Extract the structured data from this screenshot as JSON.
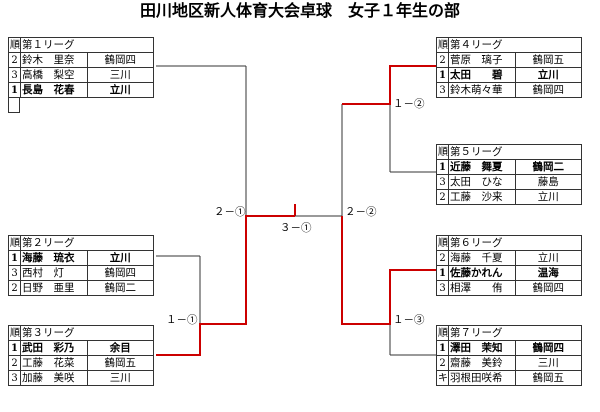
{
  "title": "田川地区新人体育大会卓球　女子１年生の部",
  "leagues": [
    {
      "header_rank": "順",
      "header_name": "第１リーグ",
      "rows": [
        {
          "rank": "2",
          "name": "鈴木　里奈",
          "school": "鶴岡四",
          "bold": false
        },
        {
          "rank": "3",
          "name": "高橋　梨空",
          "school": "三川",
          "bold": false
        },
        {
          "rank": "1",
          "name": "長島　花春",
          "school": "立川",
          "bold": true
        }
      ]
    },
    {
      "header_rank": "順",
      "header_name": "第２リーグ",
      "rows": [
        {
          "rank": "1",
          "name": "海藤　琉衣",
          "school": "立川",
          "bold": true
        },
        {
          "rank": "3",
          "name": "西村　灯",
          "school": "鶴岡四",
          "bold": false
        },
        {
          "rank": "2",
          "name": "日野　亜里",
          "school": "鶴岡二",
          "bold": false
        }
      ]
    },
    {
      "header_rank": "順",
      "header_name": "第３リーグ",
      "rows": [
        {
          "rank": "1",
          "name": "武田　彩乃",
          "school": "余目",
          "bold": true
        },
        {
          "rank": "2",
          "name": "工藤　花菜",
          "school": "鶴岡五",
          "bold": false
        },
        {
          "rank": "3",
          "name": "加藤　美咲",
          "school": "三川",
          "bold": false
        }
      ]
    },
    {
      "header_rank": "順",
      "header_name": "第４リーグ",
      "rows": [
        {
          "rank": "2",
          "name": "菅原　璃子",
          "school": "鶴岡五",
          "bold": false
        },
        {
          "rank": "1",
          "name": "太田　　碧",
          "school": "立川",
          "bold": true
        },
        {
          "rank": "3",
          "name": "鈴木萌々華",
          "school": "鶴岡四",
          "bold": false
        }
      ]
    },
    {
      "header_rank": "順",
      "header_name": "第５リーグ",
      "rows": [
        {
          "rank": "1",
          "name": "近藤　舞夏",
          "school": "鶴岡二",
          "bold": true
        },
        {
          "rank": "3",
          "name": "太田　ひな",
          "school": "藤島",
          "bold": false
        },
        {
          "rank": "2",
          "name": "工藤　沙来",
          "school": "立川",
          "bold": false
        }
      ]
    },
    {
      "header_rank": "順",
      "header_name": "第６リーグ",
      "rows": [
        {
          "rank": "2",
          "name": "海藤　千夏",
          "school": "立川",
          "bold": false
        },
        {
          "rank": "1",
          "name": "佐藤かれん",
          "school": "温海",
          "bold": true
        },
        {
          "rank": "3",
          "name": "相澤　　侑",
          "school": "鶴岡四",
          "bold": false
        }
      ]
    },
    {
      "header_rank": "順",
      "header_name": "第７リーグ",
      "rows": [
        {
          "rank": "1",
          "name": "澤田　茉知",
          "school": "鶴岡四",
          "bold": true
        },
        {
          "rank": "2",
          "name": "齋藤　美鈴",
          "school": "三川",
          "bold": false
        },
        {
          "rank": "キ",
          "name": "羽根田咲希",
          "school": "鶴岡五",
          "bold": false
        }
      ]
    }
  ],
  "scores": {
    "r1_left": "１－①",
    "sf_left": "２－①",
    "final": "３－①",
    "sf_right": "２－②",
    "r1_right_top": "１－②",
    "r1_right_bottom": "１－③"
  },
  "colors": {
    "winner_line": "#cc0000",
    "line": "#333333"
  }
}
